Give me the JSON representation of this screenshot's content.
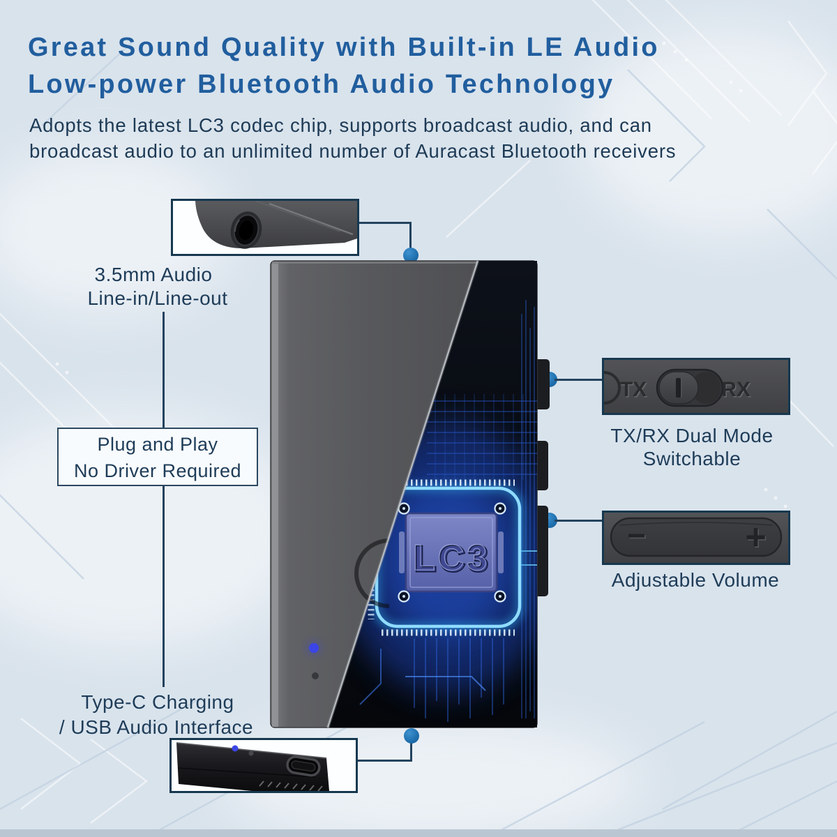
{
  "header": {
    "title_line1": "Great Sound Quality with Built-in LE Audio",
    "title_line2": "Low-power Bluetooth Audio Technology",
    "subtitle_line1": "Adopts the latest LC3 codec chip, supports broadcast audio, and can",
    "subtitle_line2": "broadcast audio to an unlimited number of Auracast Bluetooth receivers"
  },
  "callouts": {
    "audio_jack": {
      "line1": "3.5mm Audio",
      "line2": "Line-in/Line-out"
    },
    "plug_and_play": {
      "line1": "Plug and Play",
      "line2": "No Driver Required"
    },
    "tx_rx": {
      "line1": "TX/RX Dual Mode",
      "line2": "Switchable"
    },
    "volume": {
      "label": "Adjustable Volume"
    },
    "type_c": {
      "line1": "Type-C Charging",
      "line2": "/ USB Audio Interface"
    }
  },
  "device": {
    "chip_label": "LC3"
  },
  "insets": {
    "tx_rx_switch": {
      "tx": "TX",
      "rx": "RX"
    },
    "volume_rocker": {
      "minus": "−",
      "plus": "+"
    }
  },
  "colors": {
    "background": "#d9e3ec",
    "title_blue": "#215e9e",
    "text_navy": "#1d3a55",
    "connector_line": "#24435f",
    "connector_dot": "#2173b2",
    "inset_border": "#16384f",
    "device_gray": "#55565a",
    "chip_glow_cyan": "#8fdcff",
    "circuit_blue": "#2a5ace",
    "chip_fill": "#6b74b8",
    "led_blue": "#3b45e6"
  }
}
